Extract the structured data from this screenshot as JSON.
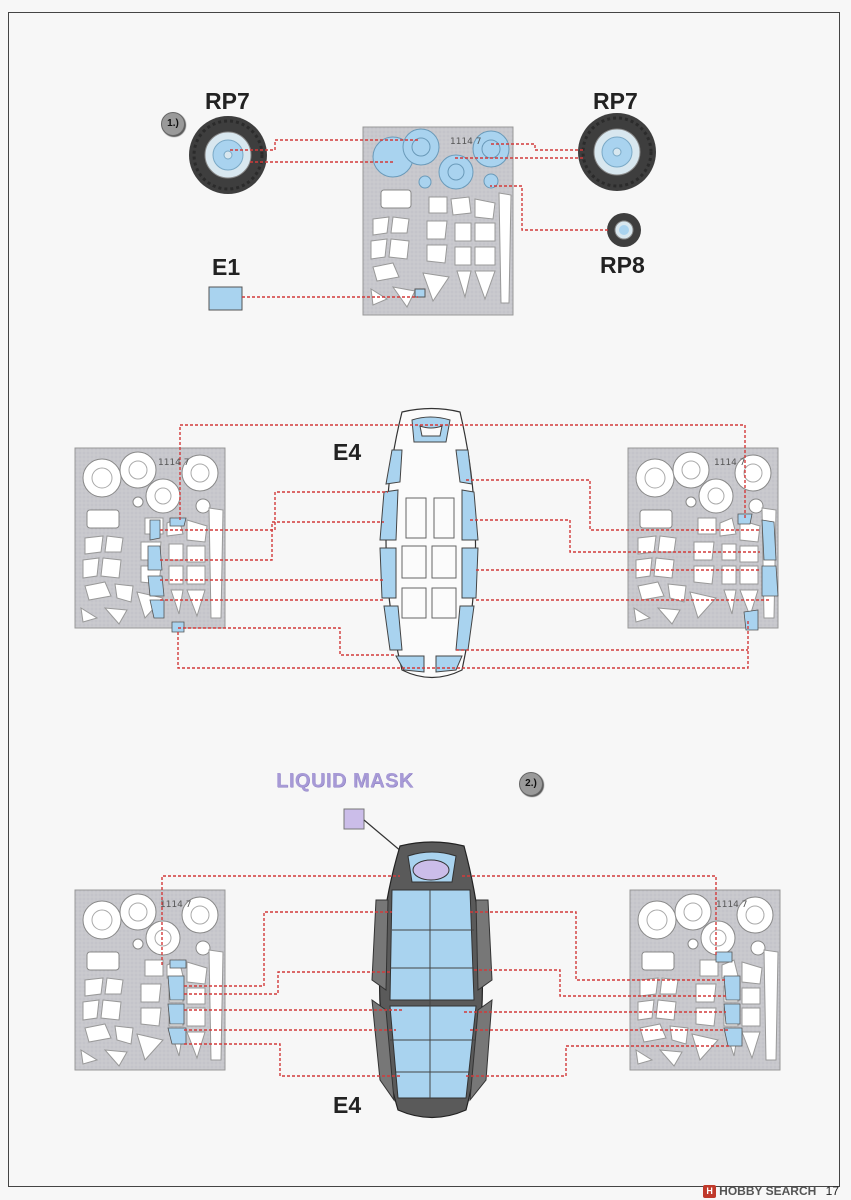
{
  "step1": {
    "number": "1.)"
  },
  "step2": {
    "number": "2.)"
  },
  "labels": {
    "rp7_left": "RP7",
    "rp7_right": "RP7",
    "rp8": "RP8",
    "e1": "E1",
    "e4_top": "E4",
    "e4_bottom": "E4",
    "liquid_mask": "LIQUID MASK"
  },
  "sheet_code": "1114 7",
  "page_number": "17",
  "watermark": {
    "logo": "H",
    "text": "HOBBY SEARCH"
  },
  "colors": {
    "mask_blue": "#a9d3ef",
    "sheet_gray": "#c9c9ce",
    "liquid_purple": "#cbbde9",
    "leader_red": "#d23a3a",
    "tire_dark": "#3e3e3e"
  }
}
